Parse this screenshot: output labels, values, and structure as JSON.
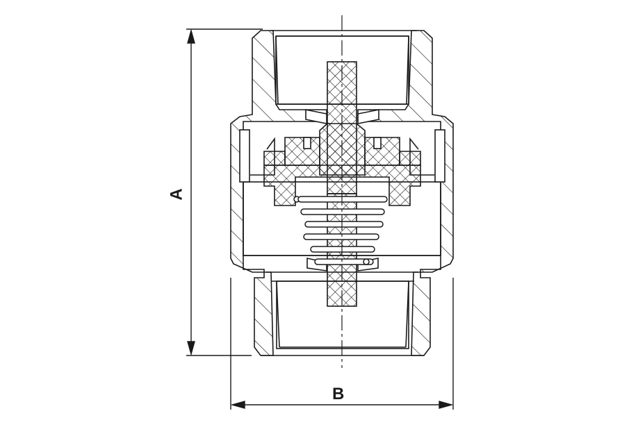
{
  "drawing": {
    "subject": "spring check valve cross-section",
    "stroke_color": "#1a1a1a",
    "background": "#ffffff",
    "dimensions": {
      "height_label": "A",
      "width_label": "B"
    }
  }
}
